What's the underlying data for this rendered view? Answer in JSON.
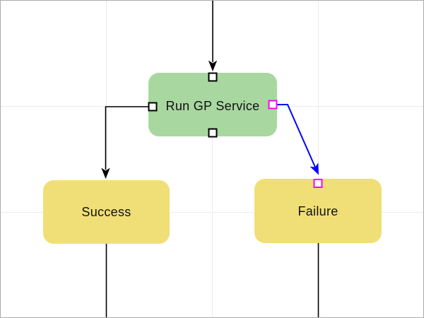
{
  "canvas": {
    "background_color": "#ffffff",
    "grid_color": "#ececec",
    "border_color": "#ababab"
  },
  "nodes": [
    {
      "id": "run-gp-service",
      "label": "Run GP Service",
      "fill": "#a8d7a0",
      "text_color": "#111111"
    },
    {
      "id": "success",
      "label": "Success",
      "fill": "#f0df76",
      "text_color": "#111111"
    },
    {
      "id": "failure",
      "label": "Failure",
      "fill": "#f0df76",
      "text_color": "#111111"
    }
  ],
  "edges": [
    {
      "id": "into-run-gp-service",
      "color": "#000000",
      "style": "arrow"
    },
    {
      "id": "run-gp-service-to-success",
      "color": "#000000",
      "style": "arrow"
    },
    {
      "id": "run-gp-service-to-failure",
      "color": "#0000ff",
      "style": "arrow-selected"
    },
    {
      "id": "success-outgoing",
      "color": "#000000",
      "style": "plain"
    },
    {
      "id": "failure-outgoing",
      "color": "#000000",
      "style": "plain"
    }
  ],
  "ports": {
    "fill": "#ffffff",
    "default_stroke": "#000000",
    "highlight_stroke": "#ff00ff"
  }
}
